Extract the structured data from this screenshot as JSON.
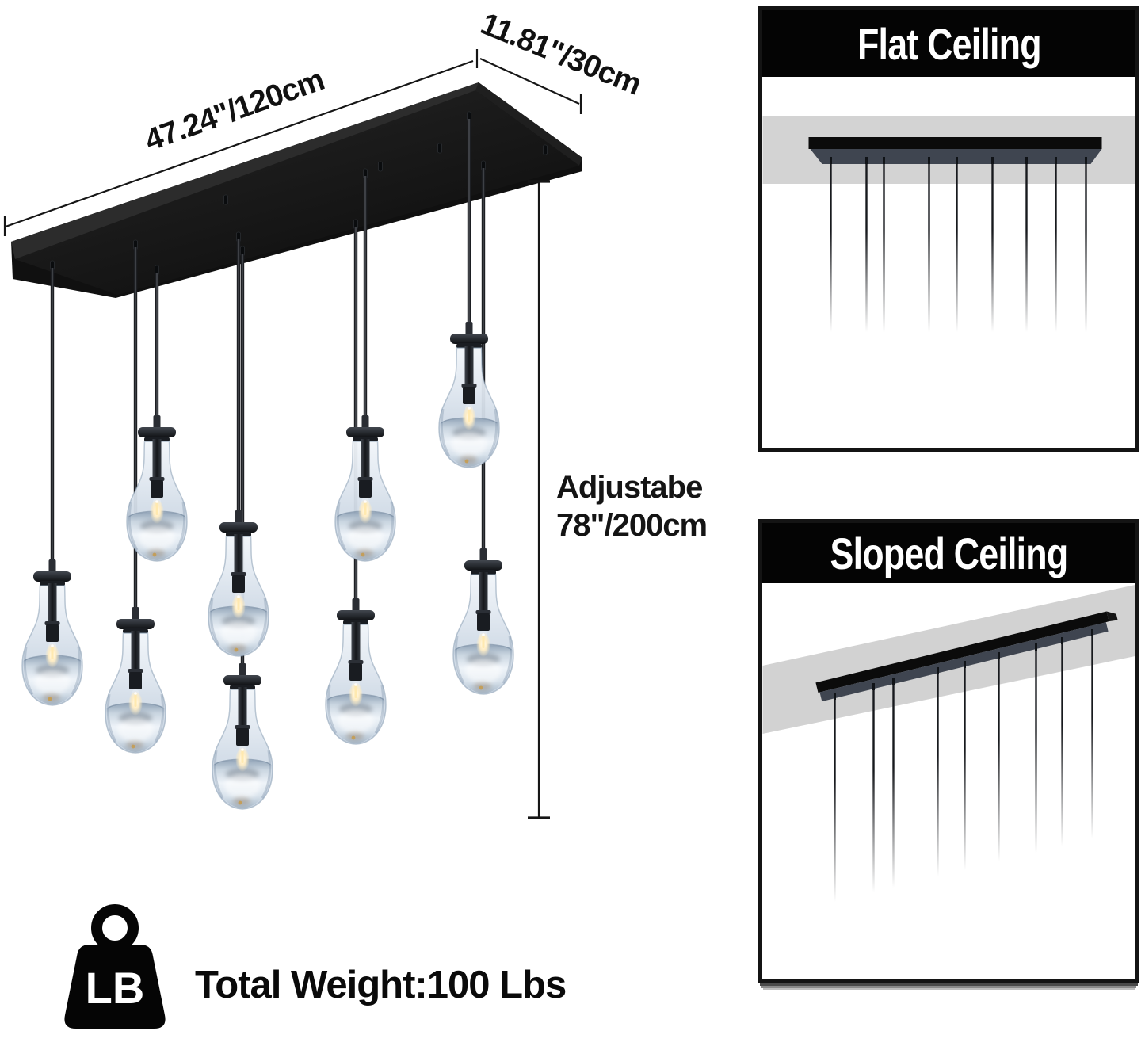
{
  "scene": {
    "dim_length": "47.24\"/120cm",
    "dim_width": "11.81\"/30cm",
    "adjustable_line1": "Adjustabe",
    "adjustable_line2": "78\"/200cm",
    "weight_badge": "LB",
    "total_weight": "Total Weight:100 Lbs",
    "pendant_count": 9
  },
  "panels": {
    "flat": {
      "title": "Flat Ceiling"
    },
    "sloped": {
      "title": "Sloped Ceiling"
    }
  },
  "colors": {
    "canopy": "#141414",
    "cord": "#1d1f23",
    "ceiling_gray": "#d3d3d3",
    "underside_slate": "#3f4550",
    "panel_border": "#141414",
    "header_bg": "#040404",
    "header_text": "#ffffff",
    "annotation_text": "#111111",
    "glow": "#ffedc4"
  }
}
